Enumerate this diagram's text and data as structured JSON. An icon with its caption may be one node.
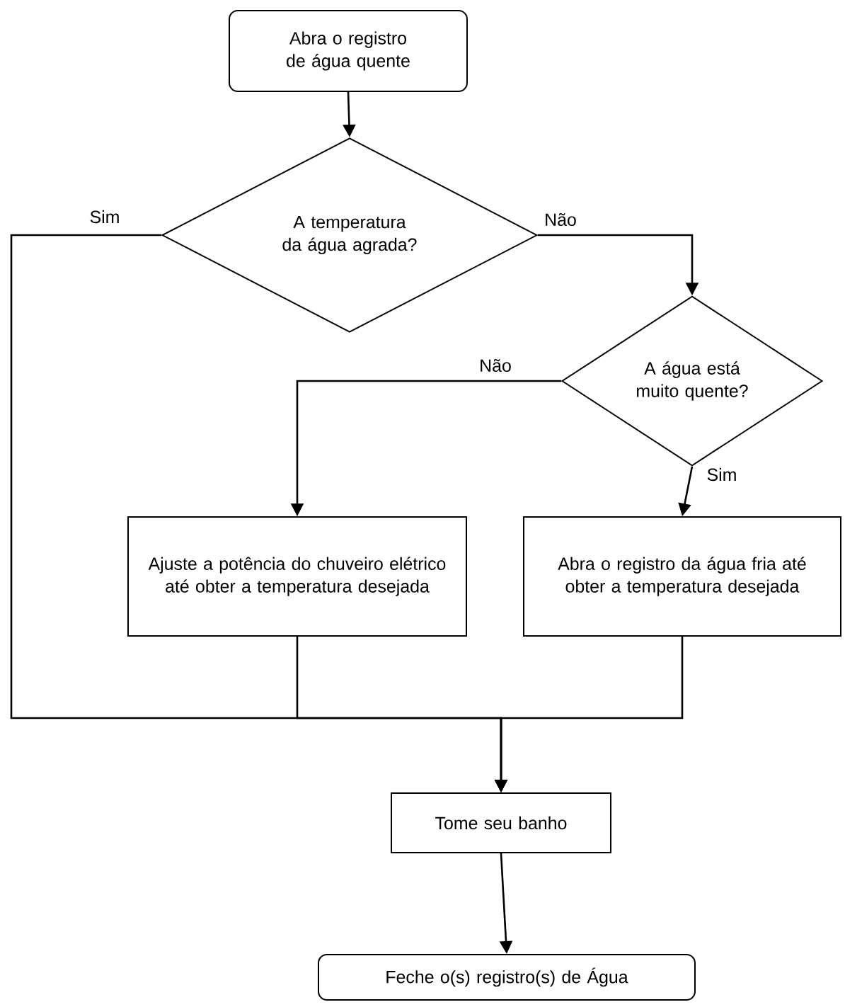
{
  "diagram": {
    "nodes": [
      {
        "text": [
          "Abra o registro de água quente"
        ]
      },
      {
        "text": [
          "A temperatura da água agrada?"
        ]
      },
      {
        "text": [
          "A água está muito quente?"
        ]
      },
      {
        "text": [
          "Ajuste a potência do chuveiro elétrico até obter a temperatura desejada"
        ]
      },
      {
        "text": [
          "Abra o registro da água fria até obter a temperatura desejada"
        ]
      },
      {
        "text": [
          "Tome seu banho"
        ]
      },
      {
        "text": [
          "Feche o(s) registro(s) de Água"
        ]
      }
    ],
    "edges": [
      {
        "from": 0,
        "to": 1,
        "arrow": "to"
      },
      {
        "from": 1,
        "to": 2,
        "arrow": "to",
        "label": "Não"
      },
      {
        "from": 1,
        "to": 5,
        "arrow": "to",
        "label": "Sim"
      },
      {
        "from": 2,
        "to": 3,
        "arrow": "to",
        "label": "Não"
      },
      {
        "from": 2,
        "to": 4,
        "arrow": "to",
        "label": "Sim"
      },
      {
        "from": 3,
        "to": 5,
        "arrow": "to"
      },
      {
        "from": 4,
        "to": 5,
        "arrow": "to"
      },
      {
        "from": 5,
        "to": 6,
        "arrow": "to"
      }
    ]
  }
}
